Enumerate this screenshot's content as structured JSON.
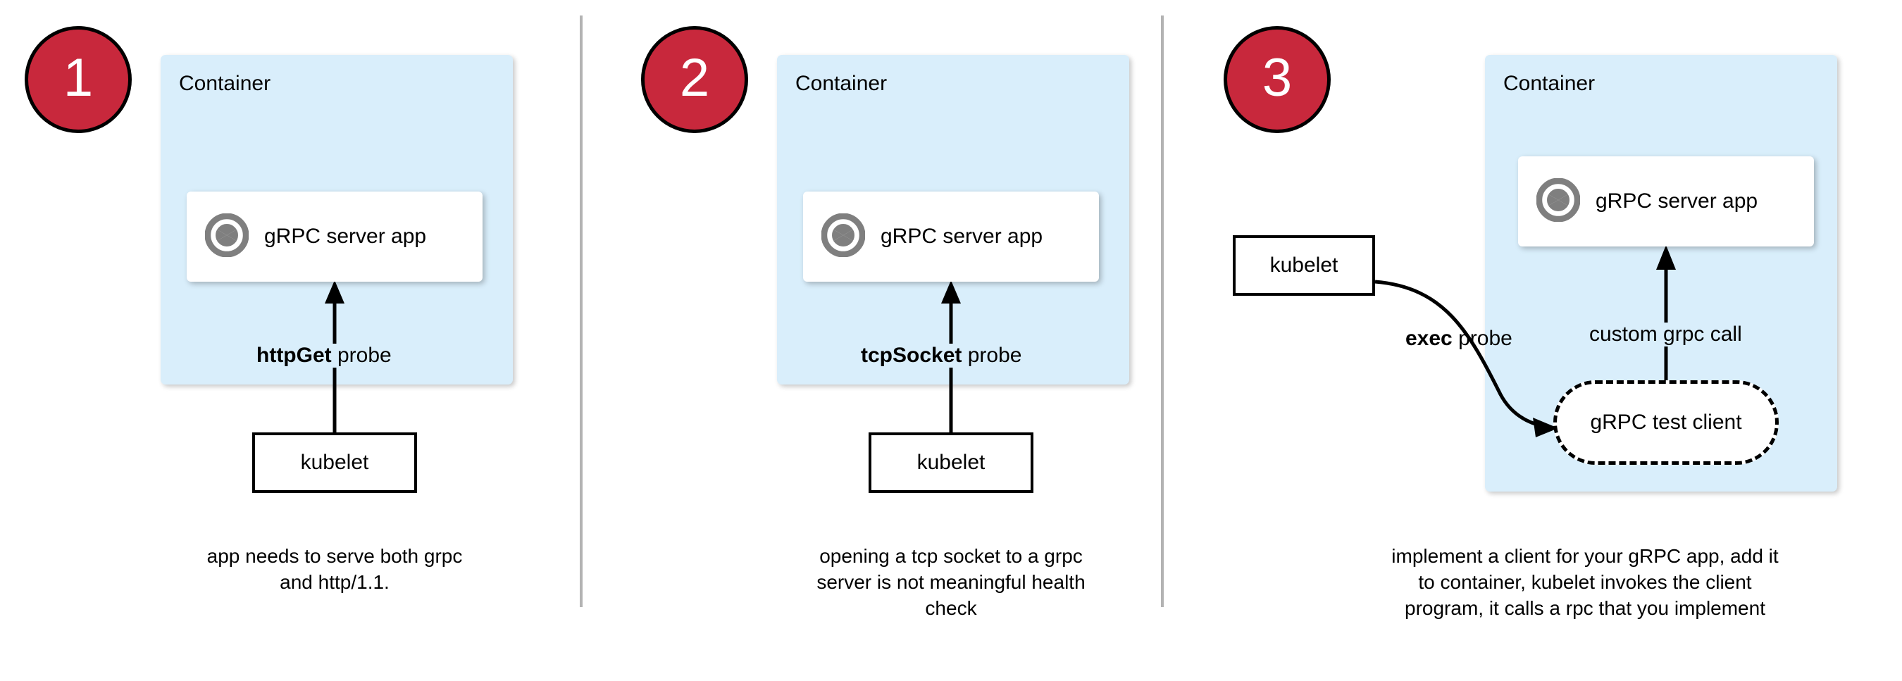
{
  "diagram": {
    "title_icons": {
      "grpc_logo": "grpc-aperture-logo-icon",
      "arrow_up": "arrow-up-icon",
      "curved_arrow": "curved-arrow-icon"
    },
    "colors": {
      "badge_red": "#c8283c",
      "badge_text": "#ffffff",
      "container_blue": "#d9eefb",
      "card_white": "#ffffff",
      "stroke_black": "#000000",
      "divider_gray": "#b3b3b3",
      "logo_gray": "#7f7f7f"
    },
    "panels": [
      {
        "badge": "1",
        "container_label": "Container",
        "app_label": "gRPC server app",
        "probe_label_bold": "httpGet",
        "probe_label_rest": " probe",
        "kubelet_label": "kubelet",
        "caption_lines": [
          "app needs to serve both grpc",
          "and http/1.1."
        ]
      },
      {
        "badge": "2",
        "container_label": "Container",
        "app_label": "gRPC server app",
        "probe_label_bold": "tcpSocket",
        "probe_label_rest": " probe",
        "kubelet_label": "kubelet",
        "caption_lines": [
          "opening a tcp socket to a grpc",
          "server is not meaningful health",
          "check"
        ]
      },
      {
        "badge": "3",
        "container_label": "Container",
        "app_label": "gRPC server app",
        "probe_label_bold": "exec",
        "probe_label_rest": " probe",
        "call_label": "custom grpc call",
        "client_label": "gRPC test client",
        "kubelet_label": "kubelet",
        "caption_lines": [
          "implement a client for your gRPC app, add it",
          "to container, kubelet invokes the client",
          "program, it calls a rpc that you implement"
        ]
      }
    ]
  }
}
